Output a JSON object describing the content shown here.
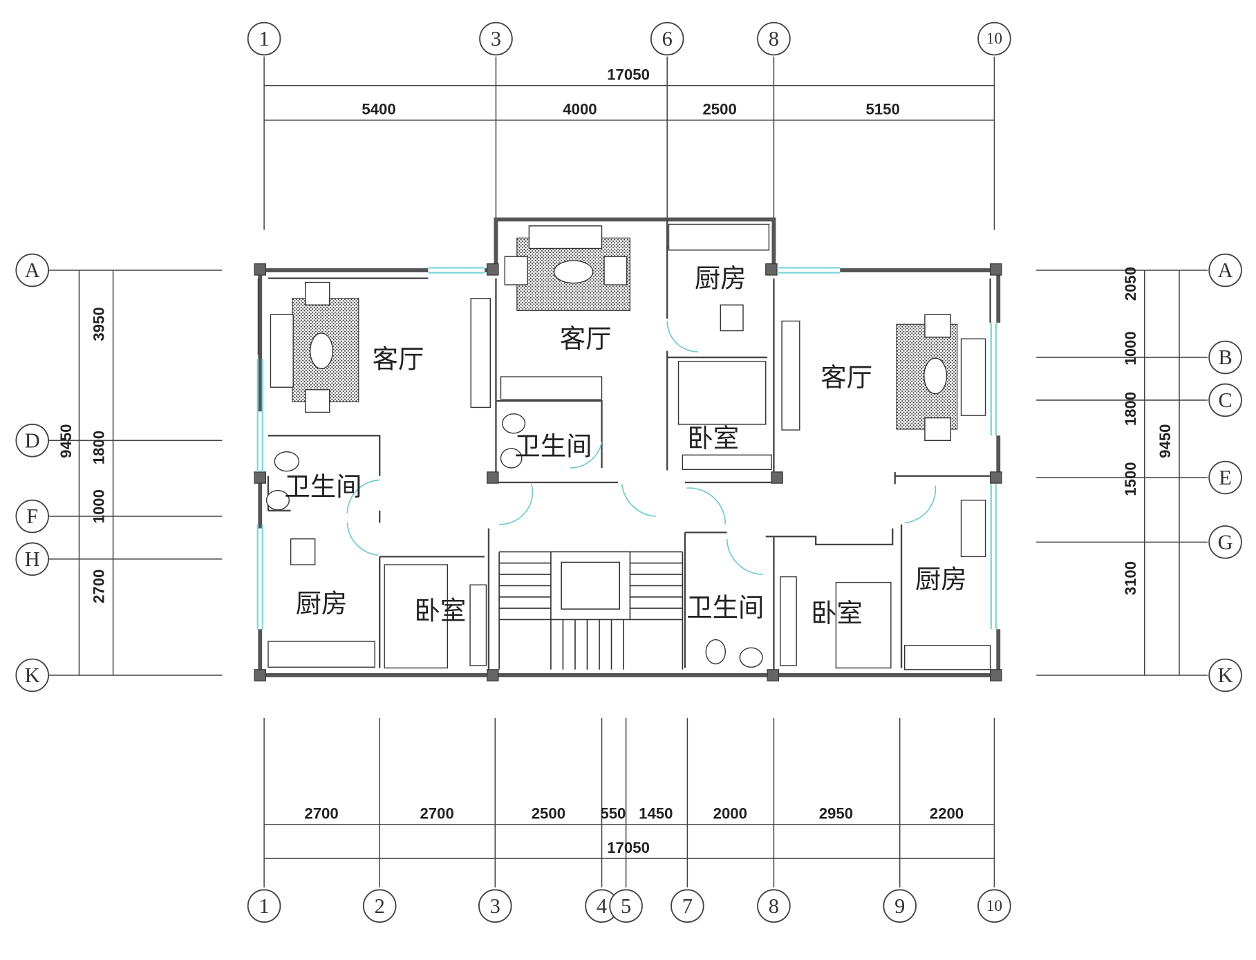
{
  "top_axes": [
    "1",
    "3",
    "6",
    "8",
    "10"
  ],
  "bottom_axes": [
    "1",
    "2",
    "3",
    "4",
    "5",
    "7",
    "8",
    "9",
    "10"
  ],
  "left_axes": [
    "A",
    "D",
    "F",
    "H",
    "K"
  ],
  "right_axes": [
    "A",
    "B",
    "C",
    "E",
    "G",
    "K"
  ],
  "top_dims": {
    "total": "17050",
    "segments": [
      "5400",
      "4000",
      "2500",
      "5150"
    ]
  },
  "bottom_dims": {
    "total": "17050",
    "segments": [
      "2700",
      "2700",
      "2500",
      "550",
      "1450",
      "2000",
      "2950",
      "2200"
    ]
  },
  "left_dims": {
    "total": "9450",
    "segments": [
      "3950",
      "1800",
      "1000",
      "2700"
    ]
  },
  "right_dims": {
    "total": "9450",
    "segments": [
      "2050",
      "1000",
      "1800",
      "1500",
      "3100"
    ]
  },
  "rooms": {
    "living_left": "客厅",
    "living_center": "客厅",
    "living_right": "客厅",
    "kitchen_top": "厨房",
    "kitchen_left": "厨房",
    "kitchen_right": "厨房",
    "bedroom_center": "卧室",
    "bedroom_left": "卧室",
    "bedroom_right": "卧室",
    "bath_left": "卫生间",
    "bath_center": "卫生间",
    "bath_bottom": "卫生间"
  }
}
